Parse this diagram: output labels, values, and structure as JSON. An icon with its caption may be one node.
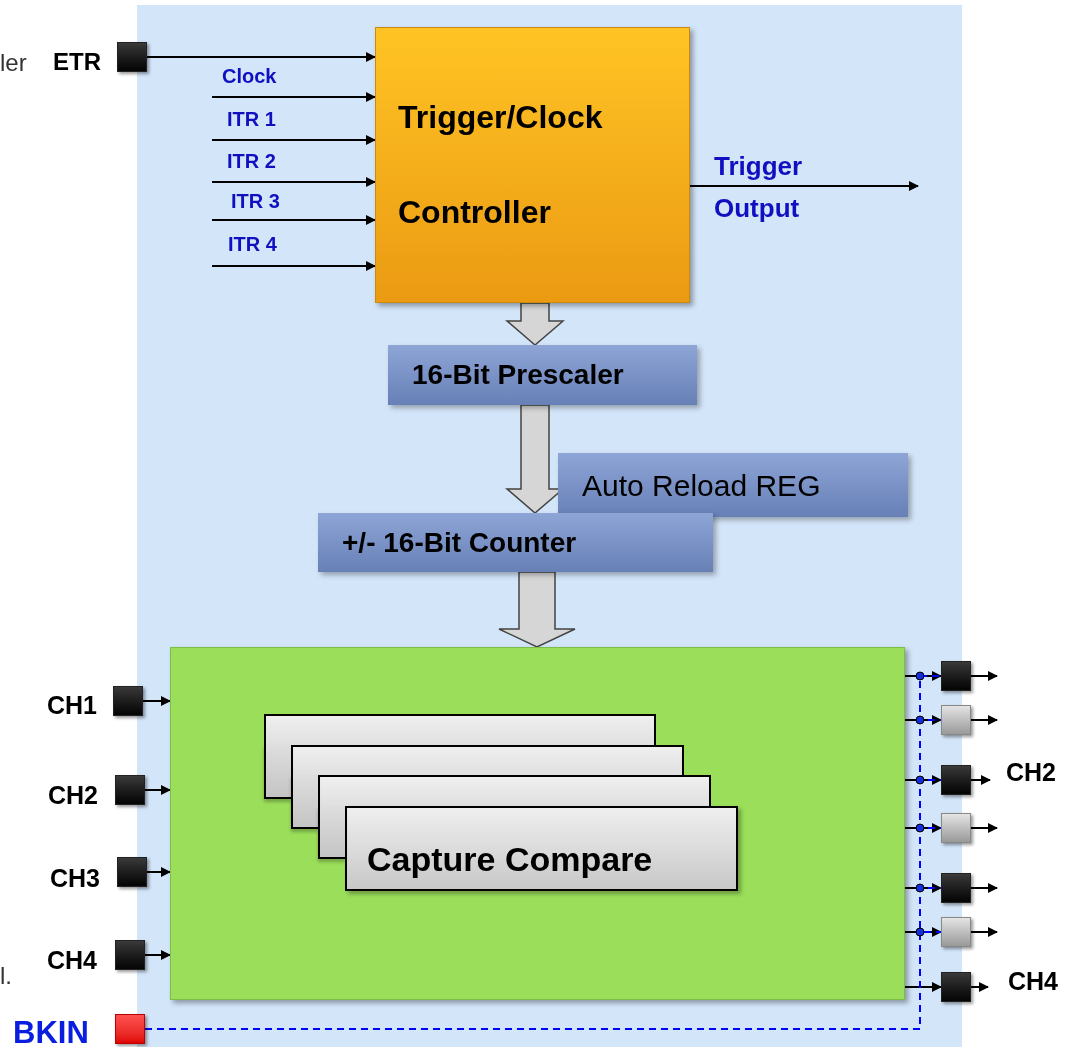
{
  "diagram": {
    "nodes": [
      {
        "text": [],
        "shape": "box"
      },
      {
        "text": [],
        "shape": "box",
        "beside": [
          "ETR"
        ]
      },
      {
        "text": [
          "Trigger/Clock Controller"
        ],
        "in": 0
      },
      {
        "text": [
          "16-Bit Prescaler"
        ],
        "in": 0
      },
      {
        "text": [
          "Auto Reload REG"
        ],
        "in": 0
      },
      {
        "text": [
          "+/- 16-Bit Counter"
        ],
        "in": 0
      },
      {
        "text": [],
        "shape": "box",
        "in": 0
      },
      {
        "text": [],
        "shape": "box",
        "in": 6
      },
      {
        "text": [],
        "shape": "box",
        "in": 6
      },
      {
        "text": [],
        "shape": "box",
        "in": 6
      },
      {
        "text": [
          "Capture Compare"
        ],
        "in": 6
      },
      {
        "text": [],
        "shape": "box",
        "beside": [
          "CH1"
        ]
      },
      {
        "text": [],
        "shape": "box",
        "beside": [
          "CH2"
        ]
      },
      {
        "text": [],
        "shape": "box",
        "beside": [
          "CH3"
        ]
      },
      {
        "text": [],
        "shape": "box",
        "beside": [
          "CH4"
        ]
      },
      {
        "text": [],
        "shape": "box"
      },
      {
        "text": [],
        "shape": "box"
      },
      {
        "text": [],
        "shape": "box",
        "beside": [
          "CH2"
        ]
      },
      {
        "text": [],
        "shape": "box"
      },
      {
        "text": [],
        "shape": "box"
      },
      {
        "text": [],
        "shape": "box"
      },
      {
        "text": [],
        "shape": "box",
        "beside": [
          "CH4"
        ]
      },
      {
        "text": [],
        "shape": "box",
        "beside": [
          "BKIN"
        ]
      }
    ],
    "edges": [
      {
        "from": 1,
        "to": 2,
        "arrow": "to"
      },
      {
        "from": null,
        "to": 2,
        "arrow": "to",
        "label": "Clock"
      },
      {
        "from": null,
        "to": 2,
        "arrow": "to",
        "label": "ITR 1"
      },
      {
        "from": null,
        "to": 2,
        "arrow": "to",
        "label": "ITR 2"
      },
      {
        "from": null,
        "to": 2,
        "arrow": "to",
        "label": "ITR 3"
      },
      {
        "from": null,
        "to": 2,
        "arrow": "to",
        "label": "ITR 4"
      },
      {
        "from": 2,
        "to": null,
        "arrow": "to",
        "label": "Trigger Output"
      },
      {
        "from": 2,
        "to": 3,
        "arrow": "to",
        "style": "thick"
      },
      {
        "from": 3,
        "to": 5,
        "arrow": "to",
        "style": "thick"
      },
      {
        "from": 5,
        "to": 6,
        "arrow": "to",
        "style": "thick"
      },
      {
        "from": 11,
        "to": 6,
        "arrow": "to"
      },
      {
        "from": 12,
        "to": 6,
        "arrow": "to"
      },
      {
        "from": 13,
        "to": 6,
        "arrow": "to"
      },
      {
        "from": 14,
        "to": 6,
        "arrow": "to"
      },
      {
        "from": 6,
        "to": 15,
        "arrow": "to"
      },
      {
        "from": 6,
        "to": 16,
        "arrow": "to"
      },
      {
        "from": 6,
        "to": 17,
        "arrow": "to"
      },
      {
        "from": 6,
        "to": 18,
        "arrow": "to"
      },
      {
        "from": 6,
        "to": 19,
        "arrow": "to"
      },
      {
        "from": 6,
        "to": 20,
        "arrow": "to"
      },
      {
        "from": 6,
        "to": 21,
        "arrow": "to"
      },
      {
        "from": 15,
        "to": null,
        "arrow": "to"
      },
      {
        "from": 16,
        "to": null,
        "arrow": "to"
      },
      {
        "from": 17,
        "to": null,
        "arrow": "to"
      },
      {
        "from": 18,
        "to": null,
        "arrow": "to"
      },
      {
        "from": 19,
        "to": null,
        "arrow": "to"
      },
      {
        "from": 20,
        "to": null,
        "arrow": "to"
      },
      {
        "from": 21,
        "to": null,
        "arrow": "to"
      },
      {
        "from": 22,
        "to": 15,
        "arrow": "none",
        "style": "dashed",
        "color": "#0000ff"
      },
      {
        "from": 22,
        "to": 16,
        "arrow": "none",
        "style": "dashed",
        "color": "#0000ff"
      },
      {
        "from": 22,
        "to": 17,
        "arrow": "none",
        "style": "dashed",
        "color": "#0000ff"
      },
      {
        "from": 22,
        "to": 18,
        "arrow": "none",
        "style": "dashed",
        "color": "#0000ff"
      },
      {
        "from": 22,
        "to": 19,
        "arrow": "none",
        "style": "dashed",
        "color": "#0000ff"
      },
      {
        "from": 22,
        "to": 20,
        "arrow": "none",
        "style": "dashed",
        "color": "#0000ff"
      }
    ],
    "labels": [
      "ler",
      "l."
    ]
  }
}
